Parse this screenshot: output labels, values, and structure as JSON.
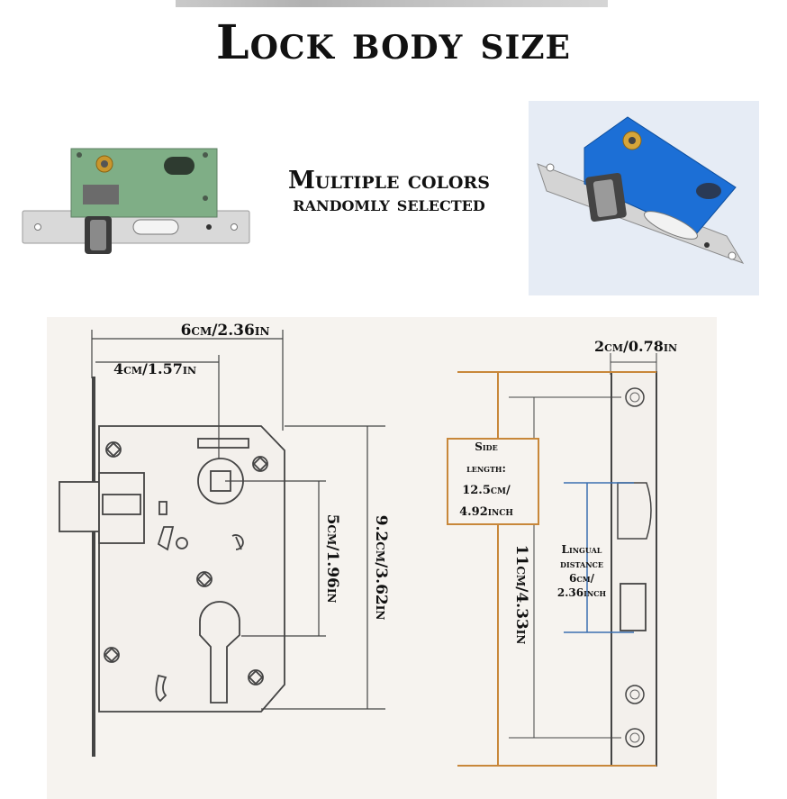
{
  "title": "Lock body size",
  "colors_note": {
    "line1": "Multiple colors",
    "line2": "randomly selected"
  },
  "dimensions": {
    "width_total": "6cm/2.36in",
    "backset": "4cm/1.57in",
    "center_distance": "5cm/1.96in",
    "body_height": "9.2cm/3.62in",
    "faceplate_width": "2cm/0.78in",
    "faceplate_length": "11cm/4.33in",
    "side_length_l1": "Side",
    "side_length_l2": "length:",
    "side_length_l3": "12.5cm/",
    "side_length_l4": "4.92inch",
    "lingual_l1": "Lingual",
    "lingual_l2": "distance",
    "lingual_l3": "6cm/",
    "lingual_l4": "2.36inch"
  },
  "colors": {
    "green_body": "#7fae86",
    "blue_body": "#1c6fd6",
    "orange_guide": "#c8873a",
    "blue_guide": "#3b6fb0"
  }
}
